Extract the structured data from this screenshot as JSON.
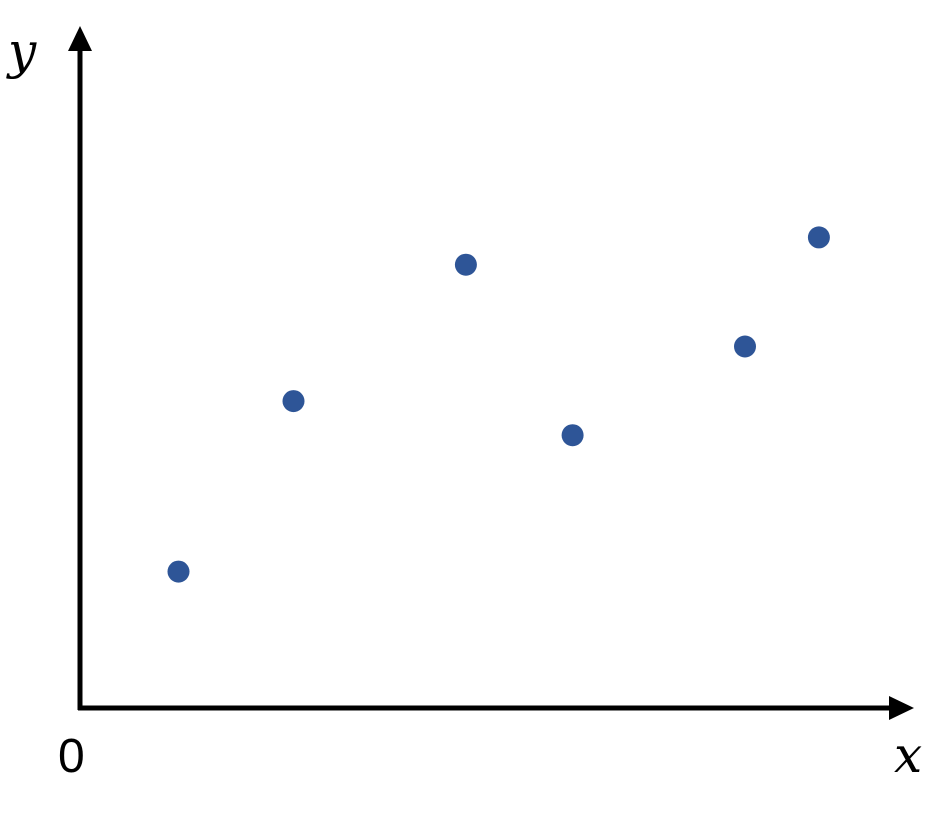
{
  "chart_data": {
    "type": "scatter",
    "title": "",
    "xlabel": "x",
    "ylabel": "y",
    "origin_label": "0",
    "grid": false,
    "legend": "none",
    "xlim": [
      0,
      10
    ],
    "ylim": [
      0,
      10
    ],
    "series": [
      {
        "color": "#2e5597",
        "points": [
          {
            "x": 1.2,
            "y": 2.0
          },
          {
            "x": 2.6,
            "y": 4.5
          },
          {
            "x": 4.7,
            "y": 6.5
          },
          {
            "x": 6.0,
            "y": 4.0
          },
          {
            "x": 8.1,
            "y": 5.3
          },
          {
            "x": 9.0,
            "y": 6.9
          }
        ]
      }
    ]
  }
}
